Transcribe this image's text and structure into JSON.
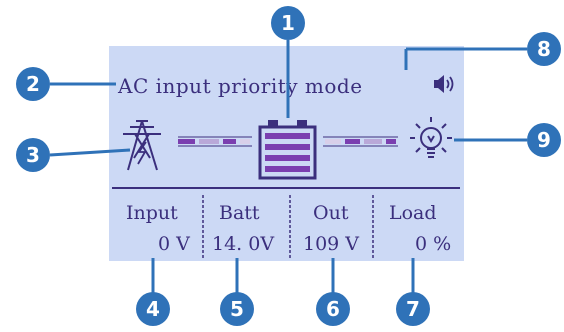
{
  "display": {
    "mode_text": "AC input priority mode",
    "columns": [
      {
        "label": "Input",
        "value": "0 V"
      },
      {
        "label": "Batt",
        "value": "14. 0V"
      },
      {
        "label": "Out",
        "value": "109 V"
      },
      {
        "label": "Load",
        "value": "0 %"
      }
    ],
    "icons": [
      "grid-tower-icon",
      "battery-icon",
      "bulb-icon",
      "speaker-icon"
    ]
  },
  "callouts": [
    "1",
    "2",
    "3",
    "4",
    "5",
    "6",
    "7",
    "8",
    "9"
  ],
  "colors": {
    "lcd_background": "#ccd9f5",
    "lcd_ink": "#3b2f7d",
    "callout": "#2f72b8",
    "flow_bar": "#7b3fb0",
    "flow_bar_light": "#b9a8d8"
  }
}
